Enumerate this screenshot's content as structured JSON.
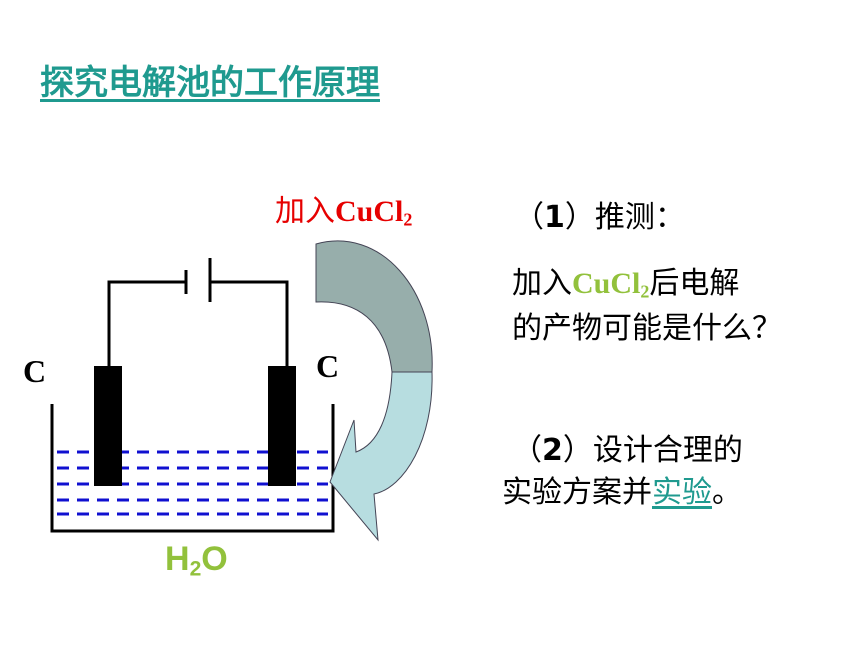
{
  "title": "探究电解池的工作原理",
  "diagram": {
    "add_prefix": "加入",
    "add_formula": "CuCl",
    "add_sub": "2",
    "electrode_left": "C",
    "electrode_right": "C",
    "water_h": "H",
    "water_sub": "2",
    "water_o": "O"
  },
  "question1": {
    "open": "（",
    "num": "1",
    "close": "）推测：",
    "line1_prefix": "加入",
    "line1_formula": "CuCl",
    "line1_sub": "2",
    "line1_suffix": "后电解",
    "line2": "的产物可能是什么？"
  },
  "question2": {
    "open": "（",
    "num": "2",
    "close": "）设计合理的",
    "line2_prefix": "实验方案并",
    "line2_link": "实验",
    "line2_suffix": "。"
  },
  "colors": {
    "title": "#1f9a8f",
    "add_label": "#e60000",
    "formula_green": "#92c13c",
    "water_lines": "#0000cc",
    "arrow_dark": "#97aeab",
    "arrow_light": "#b7dde0"
  }
}
